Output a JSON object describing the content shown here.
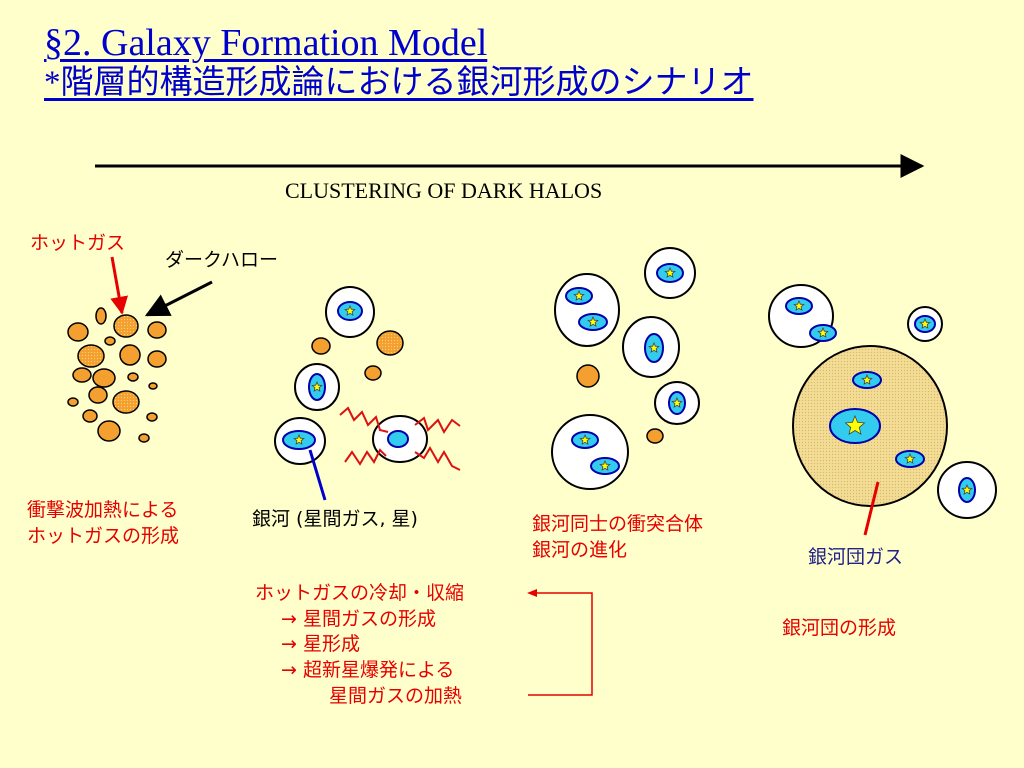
{
  "title": {
    "line1": "§2. Galaxy Formation Model",
    "line2": "*階層的構造形成論における銀河形成のシナリオ"
  },
  "axis": {
    "label": "CLUSTERING OF DARK HALOS"
  },
  "labels": {
    "hot_gas": "ホットガス",
    "dark_halo": "ダークハロー",
    "galaxy": "銀河 (星間ガス, 星)",
    "cluster_gas": "銀河団ガス"
  },
  "stages": [
    {
      "lines": [
        "衝撃波加熱による",
        "ホットガスの形成"
      ]
    },
    {
      "lines": [
        "銀河同士の衝突合体",
        "銀河の進化"
      ]
    },
    {
      "lines": [
        "銀河団の形成"
      ]
    }
  ],
  "cooling": {
    "lines": [
      "ホットガスの冷却・収縮",
      "→  星間ガスの形成",
      "→  星形成",
      "→  超新星爆発による",
      "星間ガスの加熱"
    ]
  },
  "icons": {
    "star": "star-icon",
    "hot_gas_blob": "hot-gas-blob",
    "dark_halo": "dark-halo-circle",
    "galaxy": "galaxy-ellipse"
  },
  "colors": {
    "background": "#ffffcc",
    "title": "#0000cc",
    "red_text": "#e60000",
    "hot_gas": "#f4a030",
    "galaxy": "#33ccee",
    "star": "#ffff00",
    "cluster_gas": "#f0d890"
  }
}
